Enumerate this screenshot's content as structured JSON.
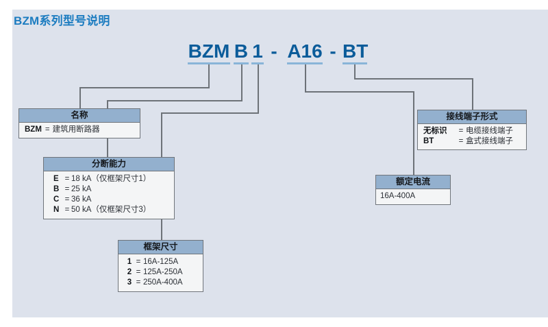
{
  "panel": {
    "title": "BZM系列型号说明",
    "title_color": "#1c7cc0",
    "background_color": "#dde2ec",
    "header_color": "#93b0ce",
    "box_body_color": "#f4f5f6",
    "line_color": "#6d7278"
  },
  "model_code": {
    "segments": [
      {
        "text": "BZM",
        "underlined": true
      },
      {
        "text": "B",
        "underlined": true
      },
      {
        "text": "1",
        "underlined": true
      },
      {
        "text": "-",
        "underlined": false
      },
      {
        "text": "A16",
        "underlined": true
      },
      {
        "text": "-",
        "underlined": false
      },
      {
        "text": "BT",
        "underlined": true
      }
    ],
    "full": "BZM B 1 - A16 - BT",
    "color": "#0b5c9a"
  },
  "boxes": {
    "name": {
      "header": "名称",
      "rows": [
        {
          "key": "BZM",
          "eq": "=",
          "value": "建筑用断路器"
        }
      ]
    },
    "breaking_capacity": {
      "header": "分断能力",
      "rows": [
        {
          "key": "E",
          "eq": "=",
          "value": "18 kA（仅框架尺寸1）"
        },
        {
          "key": "B",
          "eq": "=",
          "value": "25 kA"
        },
        {
          "key": "C",
          "eq": "=",
          "value": "36 kA"
        },
        {
          "key": "N",
          "eq": "=",
          "value": "50 kA（仅框架尺寸3）"
        }
      ]
    },
    "frame_size": {
      "header": "框架尺寸",
      "rows": [
        {
          "key": "1",
          "eq": "=",
          "value": "16A-125A"
        },
        {
          "key": "2",
          "eq": "=",
          "value": "125A-250A"
        },
        {
          "key": "3",
          "eq": "=",
          "value": "250A-400A"
        }
      ]
    },
    "rated_current": {
      "header": "额定电流",
      "value": "16A-400A"
    },
    "terminal_type": {
      "header": "接线端子形式",
      "rows": [
        {
          "key": "无标识",
          "eq": "=",
          "value": "电缆接线端子"
        },
        {
          "key": "BT",
          "eq": "=",
          "value": "盒式接线端子"
        }
      ]
    }
  }
}
